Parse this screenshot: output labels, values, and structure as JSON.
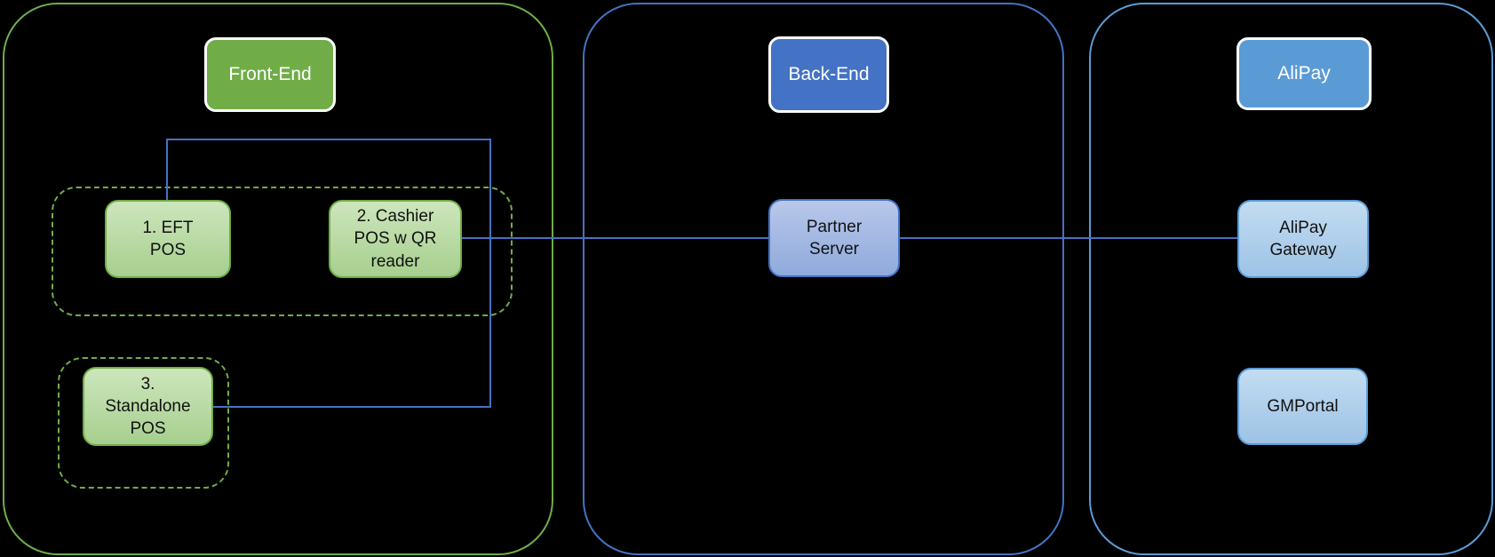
{
  "sections": {
    "front_end": {
      "label": "Front-End",
      "accent_color": "#70AD47"
    },
    "back_end": {
      "label": "Back-End",
      "accent_color": "#4472C4"
    },
    "alipay": {
      "label": "AliPay",
      "accent_color": "#5B9BD5"
    }
  },
  "nodes": {
    "eft_pos": {
      "label": "1. EFT\nPOS",
      "section": "Front-End"
    },
    "cashier_pos": {
      "label": "2. Cashier\nPOS w QR\nreader",
      "section": "Front-End"
    },
    "standalone_pos": {
      "label": "3.\nStandalone\nPOS",
      "section": "Front-End"
    },
    "partner_server": {
      "label": "Partner\nServer",
      "section": "Back-End"
    },
    "alipay_gateway": {
      "label": "AliPay\nGateway",
      "section": "AliPay"
    },
    "gmportal": {
      "label": "GMPortal",
      "section": "AliPay"
    }
  },
  "connections": [
    {
      "from": "eft_pos",
      "to": "standalone_pos",
      "via": "trunk above group 1-2"
    },
    {
      "from": "cashier_pos",
      "to": "partner_server"
    },
    {
      "from": "partner_server",
      "to": "alipay_gateway"
    }
  ],
  "colors": {
    "background": "#000000",
    "connector": "#4472C4",
    "front_end_border": "#70AD47",
    "front_end_node_fill_top": "#CDE6BC",
    "front_end_node_fill_bottom": "#A6CF8E",
    "back_end_border": "#4472C4",
    "back_end_node_fill_top": "#B9C7EA",
    "back_end_node_fill_bottom": "#8FAADC",
    "alipay_border": "#5B9BD5",
    "alipay_node_fill_top": "#C3DCF1",
    "alipay_node_fill_bottom": "#9DC3E6",
    "header_text": "#FFFFFF",
    "node_text": "#111111"
  }
}
